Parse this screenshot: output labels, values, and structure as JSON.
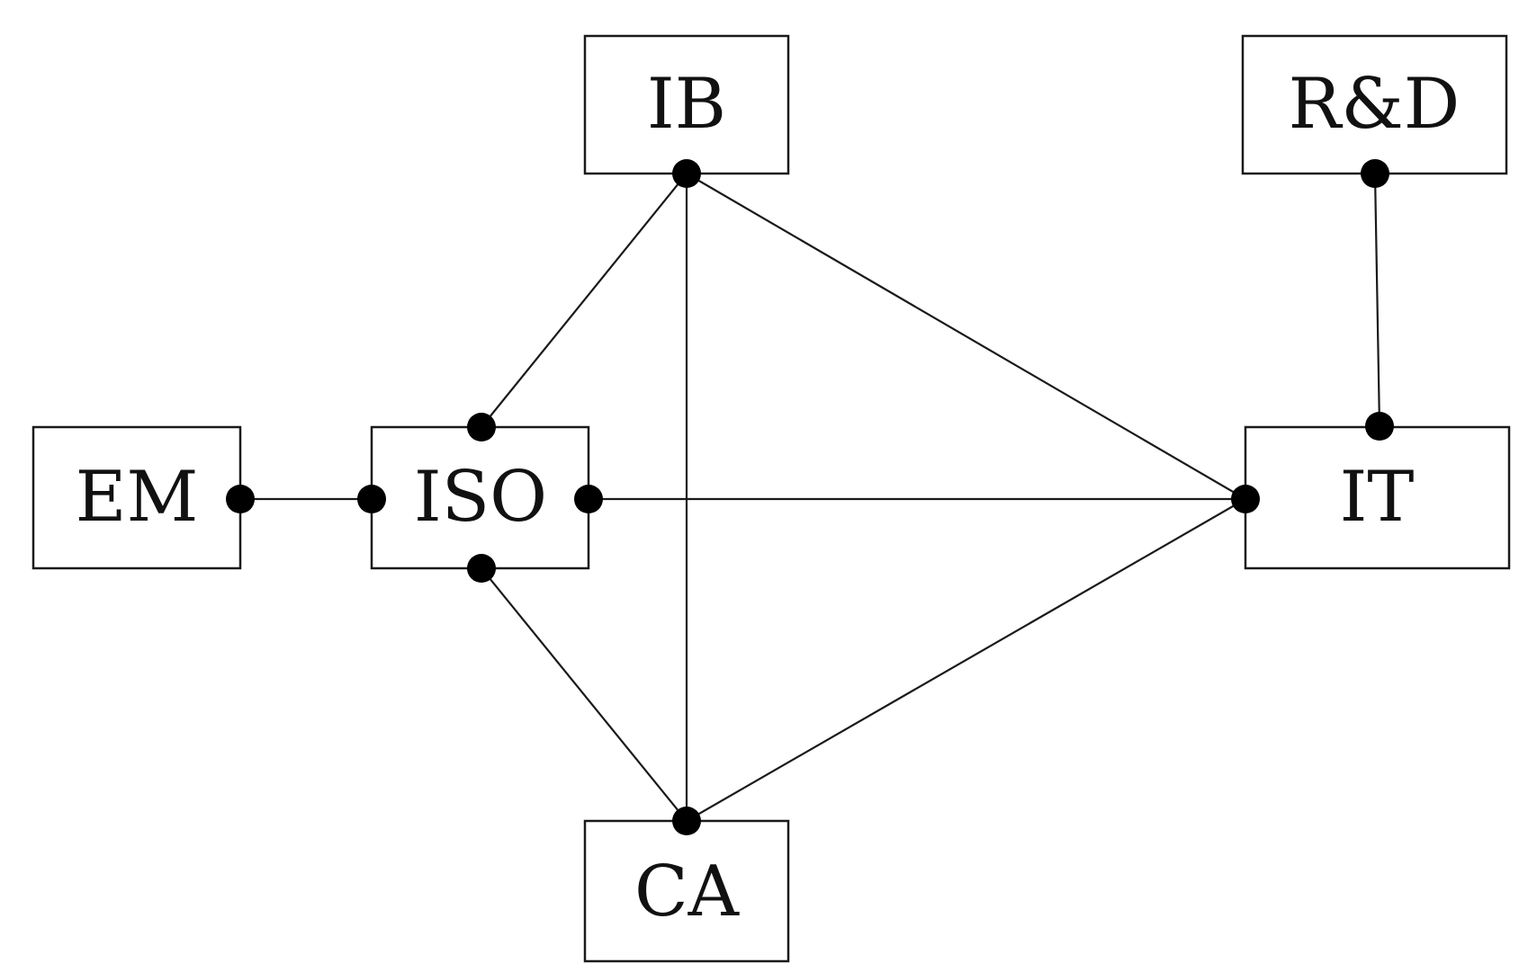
{
  "nodes": [
    {
      "id": "ib",
      "label": "IB"
    },
    {
      "id": "rd",
      "label": "R&D"
    },
    {
      "id": "em",
      "label": "EM"
    },
    {
      "id": "iso",
      "label": "ISO"
    },
    {
      "id": "it",
      "label": "IT"
    },
    {
      "id": "ca",
      "label": "CA"
    }
  ],
  "edges": [
    {
      "from": "em",
      "to": "iso"
    },
    {
      "from": "iso",
      "to": "ib"
    },
    {
      "from": "iso",
      "to": "ca"
    },
    {
      "from": "iso",
      "to": "it"
    },
    {
      "from": "ib",
      "to": "ca"
    },
    {
      "from": "ib",
      "to": "it"
    },
    {
      "from": "ca",
      "to": "it"
    },
    {
      "from": "rd",
      "to": "it"
    }
  ],
  "colors": {
    "line": "#1a1a1a",
    "port": "#000000",
    "background": "#ffffff"
  }
}
